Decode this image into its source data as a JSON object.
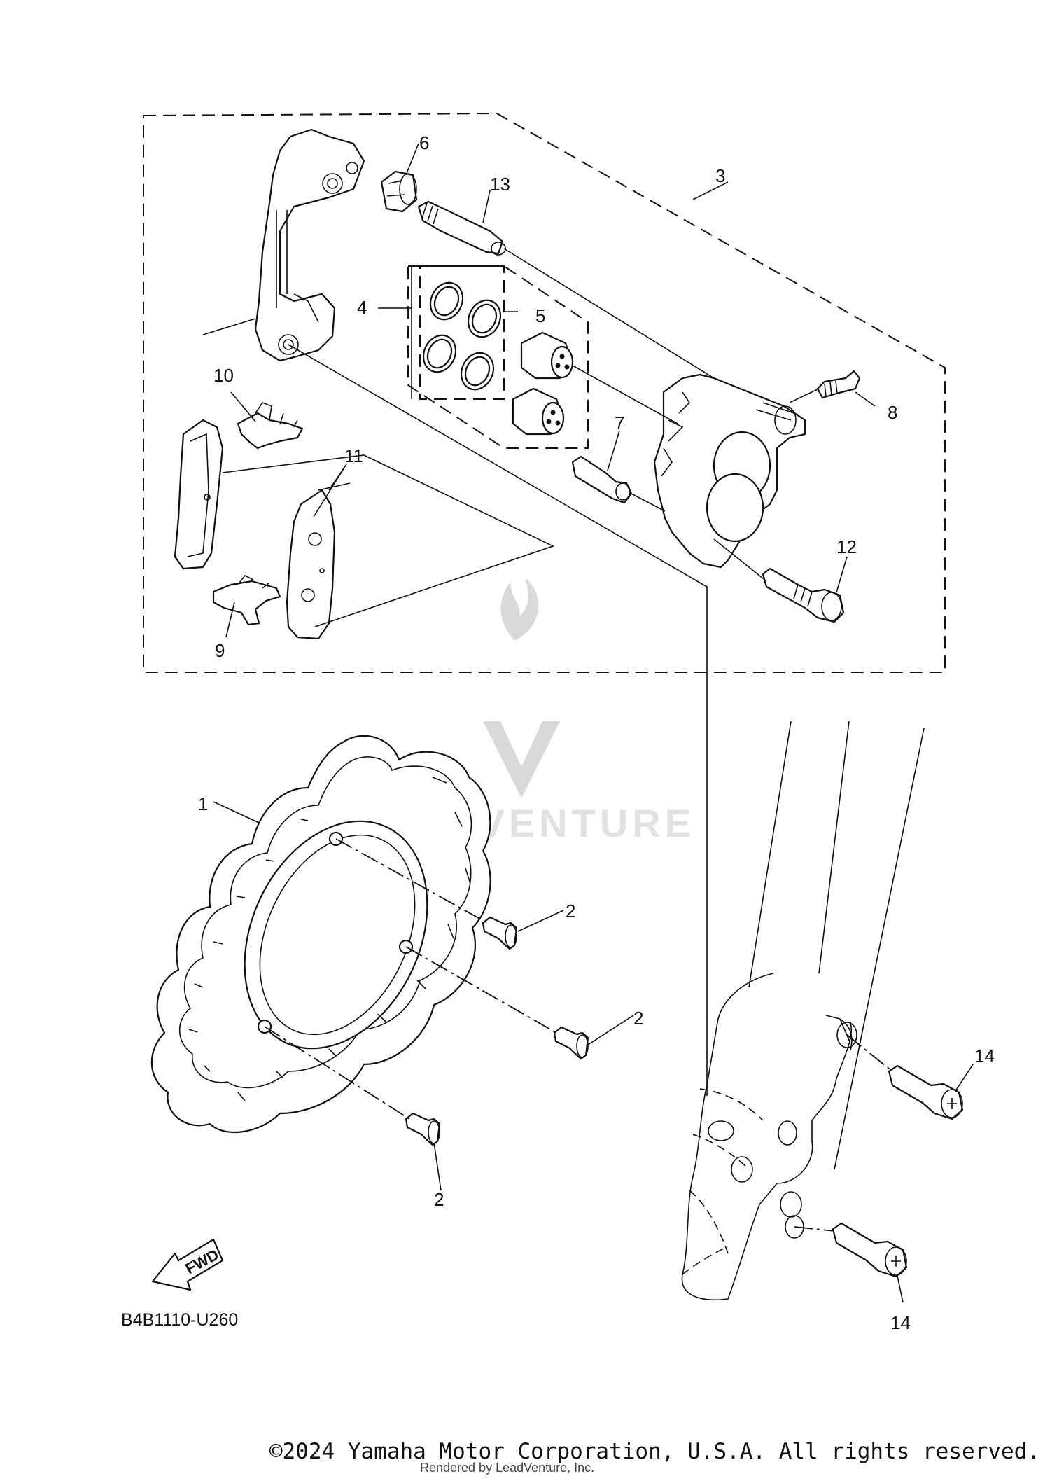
{
  "diagram": {
    "code": "B4B1110-U260",
    "fwd_label": "FWD",
    "watermark_text": "LEADVENTURE",
    "callouts": {
      "c1": "1",
      "c2a": "2",
      "c2b": "2",
      "c2c": "2",
      "c3": "3",
      "c4": "4",
      "c5": "5",
      "c6": "6",
      "c7": "7",
      "c8": "8",
      "c9": "9",
      "c10": "10",
      "c11": "11",
      "c12": "12",
      "c13": "13",
      "c14a": "14",
      "c14b": "14"
    }
  },
  "footer": {
    "copyright": "©2024 Yamaha Motor Corporation, U.S.A. All rights reserved.",
    "rendered_by": "Rendered by LeadVenture, Inc."
  }
}
